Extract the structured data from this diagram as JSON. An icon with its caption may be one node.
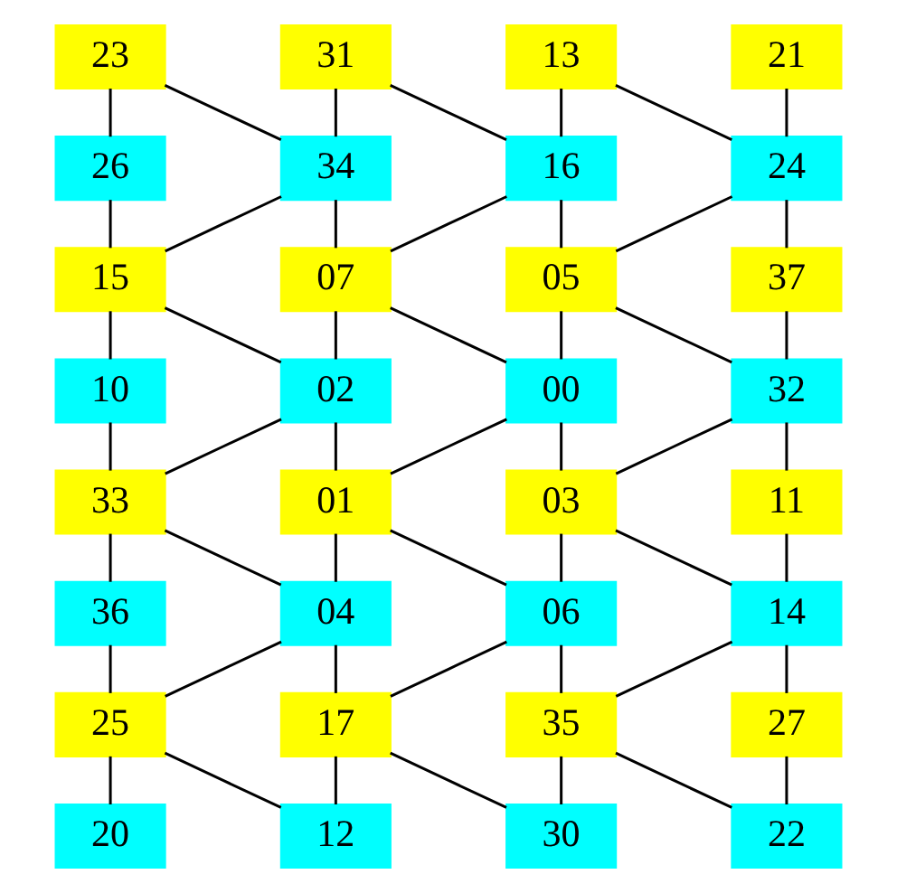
{
  "diagram": {
    "nodes": [
      {
        "text": [
          "23"
        ]
      },
      {
        "text": [
          "31"
        ]
      },
      {
        "text": [
          "13"
        ]
      },
      {
        "text": [
          "21"
        ]
      },
      {
        "text": [
          "26"
        ]
      },
      {
        "text": [
          "34"
        ]
      },
      {
        "text": [
          "16"
        ]
      },
      {
        "text": [
          "24"
        ]
      },
      {
        "text": [
          "15"
        ]
      },
      {
        "text": [
          "07"
        ]
      },
      {
        "text": [
          "05"
        ]
      },
      {
        "text": [
          "37"
        ]
      },
      {
        "text": [
          "10"
        ]
      },
      {
        "text": [
          "02"
        ]
      },
      {
        "text": [
          "00"
        ]
      },
      {
        "text": [
          "32"
        ]
      },
      {
        "text": [
          "33"
        ]
      },
      {
        "text": [
          "01"
        ]
      },
      {
        "text": [
          "03"
        ]
      },
      {
        "text": [
          "11"
        ]
      },
      {
        "text": [
          "36"
        ]
      },
      {
        "text": [
          "04"
        ]
      },
      {
        "text": [
          "06"
        ]
      },
      {
        "text": [
          "14"
        ]
      },
      {
        "text": [
          "25"
        ]
      },
      {
        "text": [
          "17"
        ]
      },
      {
        "text": [
          "35"
        ]
      },
      {
        "text": [
          "27"
        ]
      },
      {
        "text": [
          "20"
        ]
      },
      {
        "text": [
          "12"
        ]
      },
      {
        "text": [
          "30"
        ]
      },
      {
        "text": [
          "22"
        ]
      }
    ],
    "edges": [
      {
        "from": 0,
        "to": 4,
        "arrow": "none"
      },
      {
        "from": 0,
        "to": 5,
        "arrow": "none"
      },
      {
        "from": 1,
        "to": 5,
        "arrow": "none"
      },
      {
        "from": 1,
        "to": 6,
        "arrow": "none"
      },
      {
        "from": 2,
        "to": 6,
        "arrow": "none"
      },
      {
        "from": 2,
        "to": 7,
        "arrow": "none"
      },
      {
        "from": 3,
        "to": 7,
        "arrow": "none"
      },
      {
        "from": 4,
        "to": 8,
        "arrow": "none"
      },
      {
        "from": 5,
        "to": 8,
        "arrow": "none"
      },
      {
        "from": 5,
        "to": 9,
        "arrow": "none"
      },
      {
        "from": 6,
        "to": 9,
        "arrow": "none"
      },
      {
        "from": 6,
        "to": 10,
        "arrow": "none"
      },
      {
        "from": 7,
        "to": 10,
        "arrow": "none"
      },
      {
        "from": 7,
        "to": 11,
        "arrow": "none"
      },
      {
        "from": 8,
        "to": 12,
        "arrow": "none"
      },
      {
        "from": 8,
        "to": 13,
        "arrow": "none"
      },
      {
        "from": 9,
        "to": 13,
        "arrow": "none"
      },
      {
        "from": 9,
        "to": 14,
        "arrow": "none"
      },
      {
        "from": 10,
        "to": 14,
        "arrow": "none"
      },
      {
        "from": 10,
        "to": 15,
        "arrow": "none"
      },
      {
        "from": 11,
        "to": 15,
        "arrow": "none"
      },
      {
        "from": 12,
        "to": 16,
        "arrow": "none"
      },
      {
        "from": 13,
        "to": 16,
        "arrow": "none"
      },
      {
        "from": 13,
        "to": 17,
        "arrow": "none"
      },
      {
        "from": 14,
        "to": 17,
        "arrow": "none"
      },
      {
        "from": 14,
        "to": 18,
        "arrow": "none"
      },
      {
        "from": 15,
        "to": 18,
        "arrow": "none"
      },
      {
        "from": 15,
        "to": 19,
        "arrow": "none"
      },
      {
        "from": 16,
        "to": 20,
        "arrow": "none"
      },
      {
        "from": 16,
        "to": 21,
        "arrow": "none"
      },
      {
        "from": 17,
        "to": 21,
        "arrow": "none"
      },
      {
        "from": 17,
        "to": 22,
        "arrow": "none"
      },
      {
        "from": 18,
        "to": 22,
        "arrow": "none"
      },
      {
        "from": 18,
        "to": 23,
        "arrow": "none"
      },
      {
        "from": 19,
        "to": 23,
        "arrow": "none"
      },
      {
        "from": 20,
        "to": 24,
        "arrow": "none"
      },
      {
        "from": 21,
        "to": 24,
        "arrow": "none"
      },
      {
        "from": 21,
        "to": 25,
        "arrow": "none"
      },
      {
        "from": 22,
        "to": 25,
        "arrow": "none"
      },
      {
        "from": 22,
        "to": 26,
        "arrow": "none"
      },
      {
        "from": 23,
        "to": 26,
        "arrow": "none"
      },
      {
        "from": 23,
        "to": 27,
        "arrow": "none"
      },
      {
        "from": 24,
        "to": 28,
        "arrow": "none"
      },
      {
        "from": 24,
        "to": 29,
        "arrow": "none"
      },
      {
        "from": 25,
        "to": 29,
        "arrow": "none"
      },
      {
        "from": 25,
        "to": 30,
        "arrow": "none"
      },
      {
        "from": 26,
        "to": 30,
        "arrow": "none"
      },
      {
        "from": 26,
        "to": 31,
        "arrow": "none"
      },
      {
        "from": 27,
        "to": 31,
        "arrow": "none"
      }
    ]
  }
}
